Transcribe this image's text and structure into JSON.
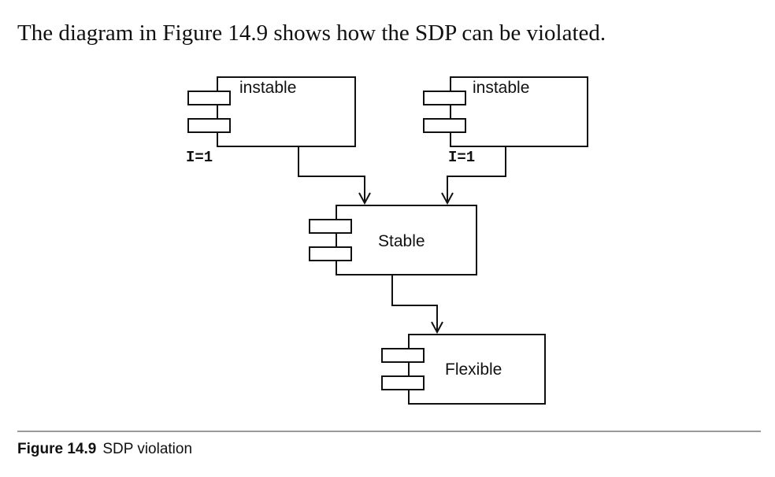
{
  "intro_text": "The diagram in Figure 14.9 shows how the SDP can be violated.",
  "components": {
    "instable_left": {
      "label": "instable",
      "instability": "I=1"
    },
    "instable_right": {
      "label": "instable",
      "instability": "I=1"
    },
    "stable": {
      "label": "Stable"
    },
    "flexible": {
      "label": "Flexible"
    }
  },
  "caption": {
    "number": "Figure 14.9",
    "text": "SDP violation"
  }
}
